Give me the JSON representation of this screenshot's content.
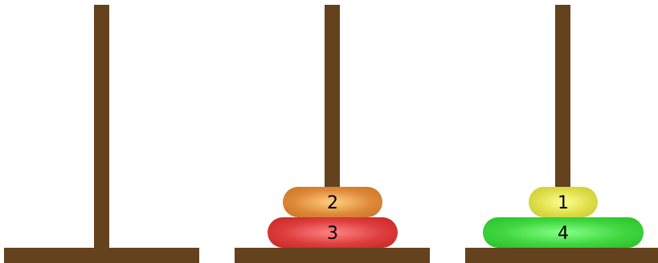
{
  "pegs": [
    {
      "id": "peg-1",
      "disks": []
    },
    {
      "id": "peg-2",
      "disks": [
        3,
        2
      ]
    },
    {
      "id": "peg-3",
      "disks": [
        4,
        1
      ]
    }
  ],
  "disk_labels": {
    "1": "1",
    "2": "2",
    "3": "3",
    "4": "4"
  },
  "colors": {
    "wood": "#65421e",
    "disk_1": "#dede4a",
    "disk_2": "#df8a3a",
    "disk_3": "#dd3d3d",
    "disk_4": "#3fd63f"
  }
}
